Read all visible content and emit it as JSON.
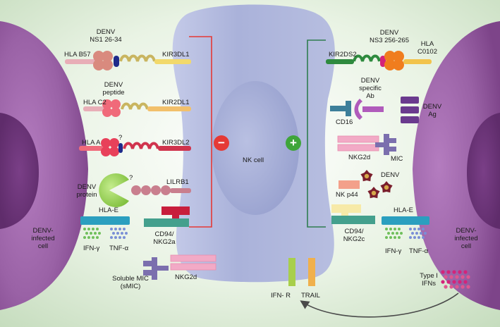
{
  "labels": {
    "denv_ns1": "DENV\nNS1 26-34",
    "hla_b57": "HLA B57",
    "kir3dl1": "KIR3DL1",
    "denv_peptide": "DENV\npeptide",
    "hla_c2": "HLA C2",
    "kir2dl1": "KIR2DL1",
    "q1": "?",
    "hla_a": "HLA A",
    "kir3dl2": "KIR3DL2",
    "q2": "?",
    "denv_protein": "DENV\nprotein",
    "lilrb1": "LILRB1",
    "hla_e_left": "HLA-E",
    "ifn_g_left": "IFN-γ",
    "tnf_a_left": "TNF-α",
    "cd94_nkg2a": "CD94/\nNKG2a",
    "infected_left": "DENV-\ninfected\ncell",
    "soluble_mic": "Soluble MIC\n(sMIC)",
    "nkg2d_bottom": "NKG2d",
    "nk_cell": "NK cell",
    "kir2ds2": "KIR2DS2",
    "denv_ns3": "DENV\nNS3 256-265",
    "hla_c0102": "HLA\nC0102",
    "denv_ab": "DENV\nspecific\nAb",
    "cd16": "CD16",
    "denv_ag": "DENV\nAg",
    "nkg2d_right": "NKG2d",
    "mic": "MIC",
    "denv_virus": "DENV",
    "nkp44": "NK p44",
    "hla_e_right": "HLA-E",
    "cd94_nkg2c": "CD94/\nNKG2c",
    "ifn_g_right": "IFN-γ",
    "tnf_a_right": "TNF-α",
    "infected_right": "DENV-\ninfected\ncell",
    "type1_ifns": "Type I\nIFNs",
    "ifn_r": "IFN- R",
    "trail": "TRAIL"
  },
  "symbols": {
    "minus": "−",
    "plus": "+"
  },
  "colors": {
    "background": "#dcebd6",
    "infected_cell": "#8b4f96",
    "nk_cell": "#a9b1d8",
    "inhibitory": "#e53935",
    "activating": "#2e7d4f"
  }
}
